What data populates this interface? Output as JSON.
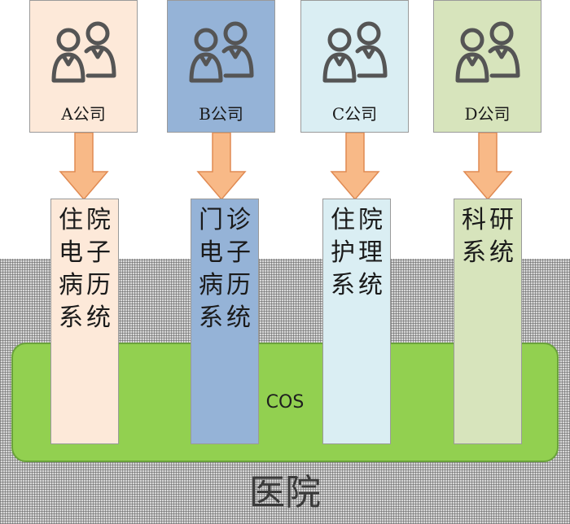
{
  "hospital": {
    "label": "医院"
  },
  "platform": {
    "label": "COS"
  },
  "companies": [
    {
      "label": "A公司",
      "color": "#fde9d9",
      "system_color": "#fde9d9",
      "system_lines": [
        "住院",
        "电子",
        "病历",
        "系统"
      ]
    },
    {
      "label": "B公司",
      "color": "#95b3d7",
      "system_color": "#95b3d7",
      "system_lines": [
        "门诊",
        "电子",
        "病历",
        "系统"
      ]
    },
    {
      "label": "C公司",
      "color": "#daeef3",
      "system_color": "#daeef3",
      "system_lines": [
        "住院",
        "护理",
        "系统"
      ]
    },
    {
      "label": "D公司",
      "color": "#d7e4bc",
      "system_color": "#d7e4bc",
      "system_lines": [
        "科研",
        "系统"
      ]
    }
  ],
  "colors": {
    "arrow_fill": "#f8b987",
    "arrow_stroke": "#e08a52",
    "cos_fill": "#92d050",
    "icon_stroke": "#555555"
  },
  "icons": {
    "company": "users-icon",
    "flow": "down-arrow-icon"
  }
}
